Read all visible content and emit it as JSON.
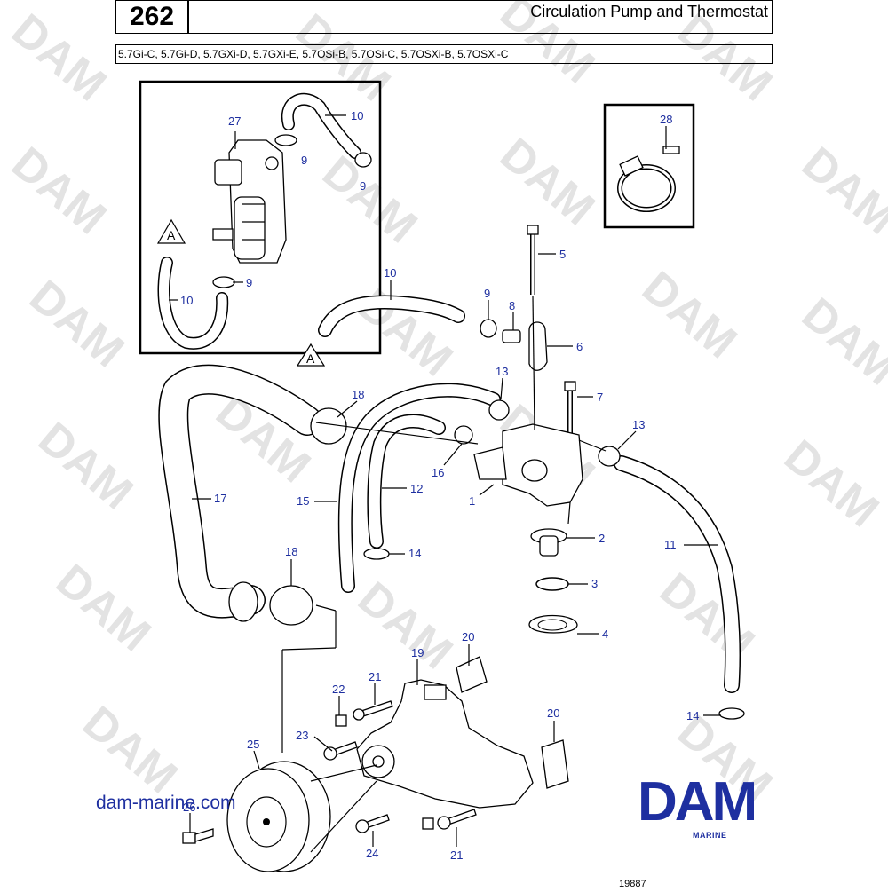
{
  "header": {
    "page_number": "262",
    "title": "Circulation Pump and Thermostat",
    "models": "5.7Gi-C, 5.7Gi-D, 5.7GXi-D, 5.7GXi-E, 5.7OSi-B, 5.7OSi-C, 5.7OSXi-B, 5.7OSXi-C"
  },
  "watermark": "DAM",
  "inset_marker": "A",
  "callouts": {
    "c27": "27",
    "c10a": "10",
    "c9a": "9",
    "c9b": "9",
    "c9c": "9",
    "c10b": "10",
    "c28": "28",
    "c5": "5",
    "c10c": "10",
    "c9d": "9",
    "c8": "8",
    "c6": "6",
    "c13a": "13",
    "c7": "7",
    "c18a": "18",
    "c13b": "13",
    "c16": "16",
    "c12": "12",
    "c1": "1",
    "c17": "17",
    "c15": "15",
    "c2": "2",
    "c14a": "14",
    "c18b": "18",
    "c3": "3",
    "c11": "11",
    "c4": "4",
    "c20a": "20",
    "c19": "19",
    "c22": "22",
    "c21a": "21",
    "c20b": "20",
    "c23": "23",
    "c25": "25",
    "c26": "26",
    "c14b": "14",
    "c24": "24",
    "c21b": "21"
  },
  "footer": {
    "website": "dam-marine.com",
    "logo_text": "DAM",
    "logo_sub": "MARINE",
    "drawing_number": "19887"
  },
  "colors": {
    "callout": "#1e2fa0",
    "logo": "#1e2fa0",
    "watermark": "#e3e3e3"
  }
}
